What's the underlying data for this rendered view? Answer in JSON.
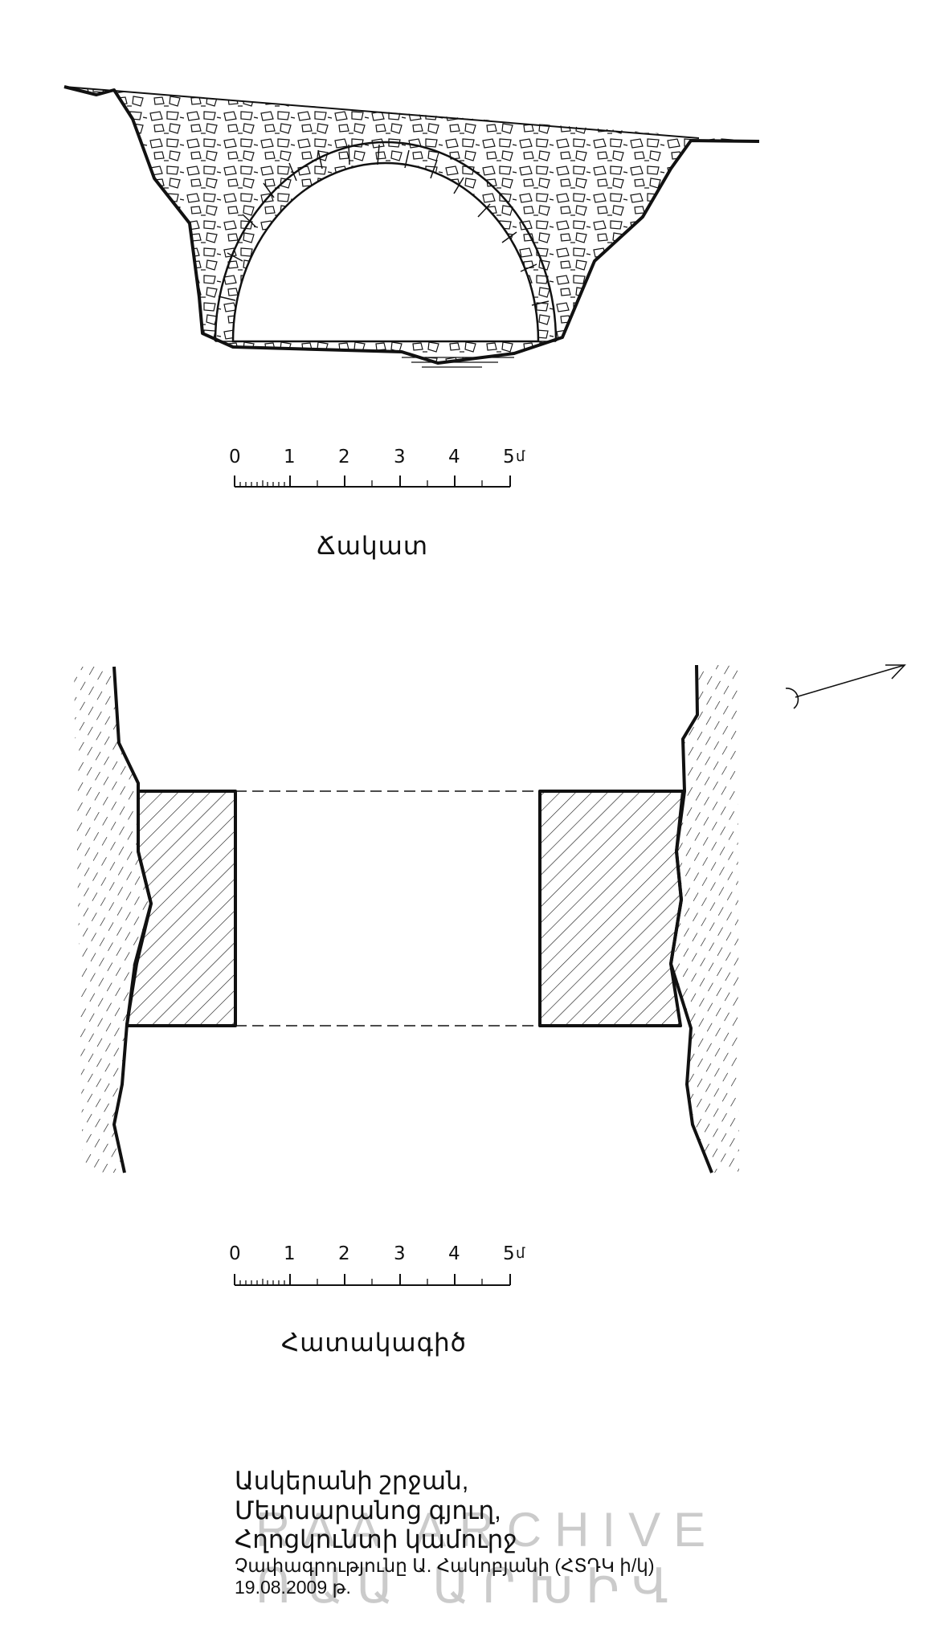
{
  "elevation": {
    "caption": "Ճակատ",
    "scale": {
      "ticks": [
        "0",
        "1",
        "2",
        "3",
        "4",
        "5"
      ],
      "unit": "մ"
    }
  },
  "plan": {
    "caption": "Հատակագիծ",
    "scale": {
      "ticks": [
        "0",
        "1",
        "2",
        "3",
        "4",
        "5"
      ],
      "unit": "մ"
    },
    "north_arrow": "north-arrow-icon"
  },
  "info": {
    "line1": "Ասկերանի շրջան,",
    "line2": "Մետսարանոց գյուղ,",
    "line3": "Հղոցկունտի կամուրջ",
    "line4": "Չափագրությունը   Ա. Հակոբյանի (ՀՏԴԿ ի/կ)",
    "line5": "19.08.2009 թ."
  },
  "watermark": {
    "line1": "RAA ARCHIVE",
    "line2": "ՌԱԱ ԱՐԽԻՎ"
  },
  "colors": {
    "ink": "#111111",
    "watermark": "#a0a0a0"
  }
}
